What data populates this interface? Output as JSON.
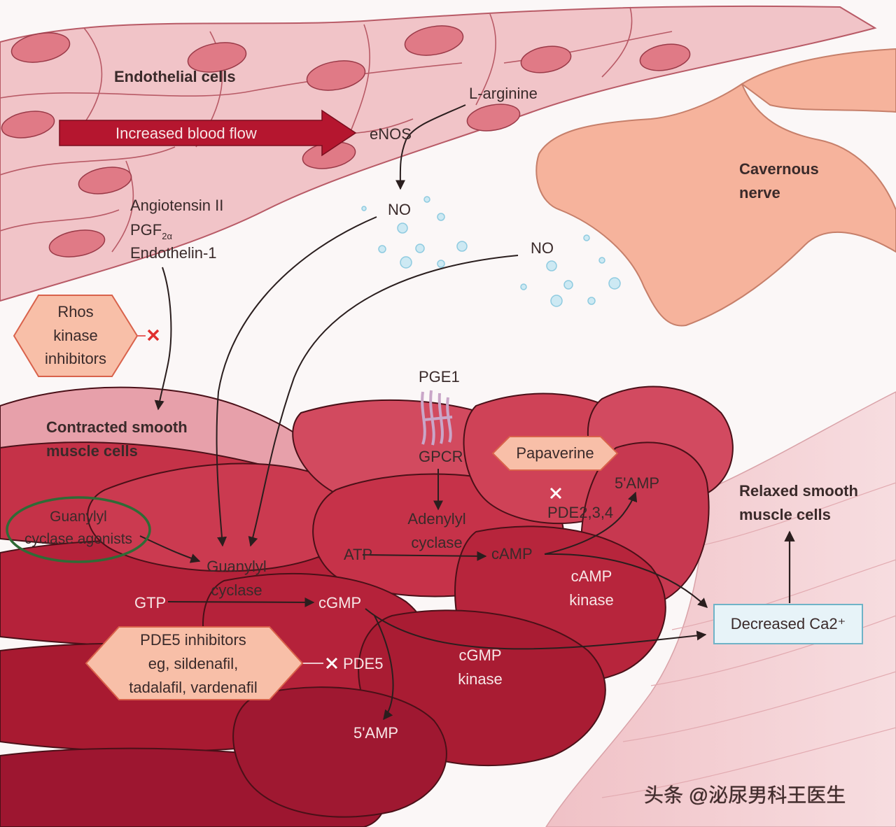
{
  "labels": {
    "endothelial": "Endothelial cells",
    "blood_flow": "Increased blood flow",
    "enos": "eNOS",
    "l_arginine": "L-arginine",
    "cavernous_line1": "Cavernous",
    "cavernous_line2": "nerve",
    "no_left": "NO",
    "no_right": "NO",
    "angiotensin": "Angiotensin II",
    "pgf": "PGF",
    "pgf_sub": "2α",
    "endothelin": "Endothelin-1",
    "rhos_line1": "Rhos",
    "rhos_line2": "kinase",
    "rhos_line3": "inhibitors",
    "contracted_line1": "Contracted smooth",
    "contracted_line2": "muscle cells",
    "pge1": "PGE1",
    "gpcr": "GPCR",
    "papaverine": "Papaverine",
    "amp_top": "5'AMP",
    "pde234": "PDE2,3,4",
    "relaxed_line1": "Relaxed smooth",
    "relaxed_line2": "muscle cells",
    "guanylyl_agonist_line1": "Guanylyl",
    "guanylyl_agonist_line2": "cyclase agonists",
    "adenylyl_line1": "Adenylyl",
    "adenylyl_line2": "cyclase",
    "atp": "ATP",
    "camp": "cAMP",
    "guanylyl_line1": "Guanylyl",
    "guanylyl_line2": "cyclase",
    "camp_kinase_line1": "cAMP",
    "camp_kinase_line2": "kinase",
    "decreased_ca": "Decreased Ca2⁺",
    "gtp": "GTP",
    "cgmp": "cGMP",
    "pde5_line1": "PDE5 inhibitors",
    "pde5_line2": "eg, sildenafil,",
    "pde5_line3": "tadalafil, vardenafil",
    "pde5": "PDE5",
    "cgmp_kinase_line1": "cGMP",
    "cgmp_kinase_line2": "kinase",
    "amp_bottom": "5'AMP",
    "watermark": "头条 @泌尿男科王医生"
  },
  "colors": {
    "endothelium": "#f1c4c8",
    "nucleus": "#e07a86",
    "blood_arrow": "#b5162f",
    "nerve": "#f6b39c",
    "muscle_dark": "#b5223a",
    "muscle_light": "#d9475d",
    "relaxed_tissue": "#f3d3d6",
    "inhibitor_fill": "#f8bfa8",
    "agonist_ring": "#2f6b36",
    "ca_box_fill": "#e7f3f8",
    "ca_box_stroke": "#6fb3c7",
    "no_bubble": "#8fcbe0",
    "block_x": "#e0302f"
  }
}
